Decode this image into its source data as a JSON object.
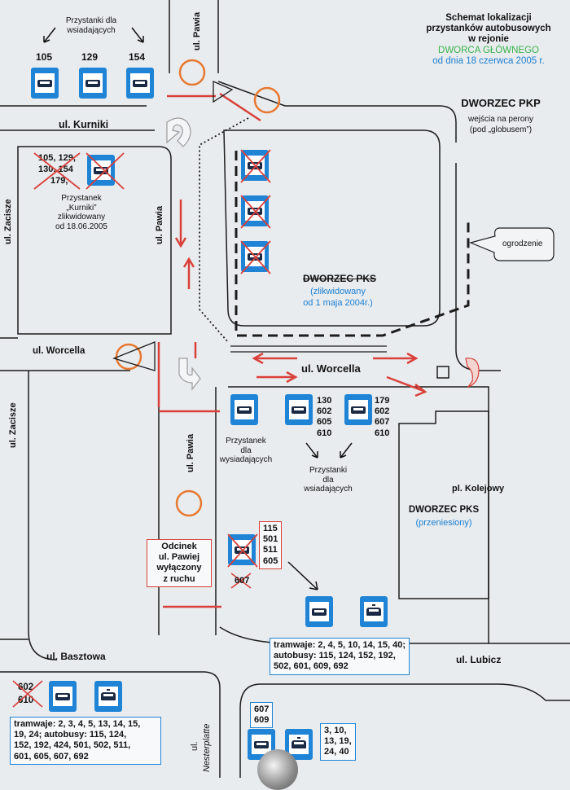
{
  "title": {
    "line1": "Schemat lokalizacji",
    "line2": "przystanków autobusowych",
    "line3": "w rejonie",
    "line4": "DWORCA GŁÓWNEGO",
    "line5": "od dnia 18 czerwca 2005 r."
  },
  "pkp": {
    "heading": "DWORZEC PKP",
    "sub1": "wejścia na perony",
    "sub2": "(pod „globusem”)"
  },
  "fence_label": "ogrodzenie",
  "streets": {
    "kurniki": "ul. Kurniki",
    "pawia_top": "ul. Pawia",
    "pawia_mid": "ul. Pawia",
    "pawia_low": "ul. Pawia",
    "zacisze_top": "ul. Zacisze",
    "zacisze_low": "ul. Zacisze",
    "worcella_left": "ul. Worcella",
    "worcella_main": "ul. Worcella",
    "basztowa": "ul. Basztowa",
    "lubicz": "ul. Lubicz",
    "nesterplatte_a": "ul.",
    "nesterplatte_b": "Nesterplatte",
    "kolejowy": "pl. Kolejowy"
  },
  "top_stops": {
    "label1": "Przystanki dla",
    "label2": "wsiadających",
    "lines": [
      "105",
      "129",
      "154"
    ]
  },
  "kurniki_stop": {
    "lines1": "105, 129,",
    "lines2": "130, 154",
    "lines3": "179,",
    "label1": "Przystanek",
    "label2": "„Kurniki”",
    "label3": "zlikwidowany",
    "label4": "od 18.06.2005"
  },
  "pks_old": {
    "heading": "DWORZEC PKS",
    "note1": "(zlikwidowany",
    "note2": "od 1 maja 2004r.)"
  },
  "worcella_stops": {
    "group1": [
      "130",
      "602",
      "605",
      "610"
    ],
    "group2": [
      "179",
      "602",
      "607",
      "610"
    ],
    "alight1": "Przystanek",
    "alight2": "dla",
    "alight3": "wysiadających",
    "board1": "Przystanki",
    "board2": "dla",
    "board3": "wsiadających"
  },
  "pks_new": {
    "heading": "DWORZEC PKS",
    "note": "(przeniesiony)"
  },
  "pawia_closed": {
    "line1": "Odcinek",
    "line2": "ul. Pawiej",
    "line3": "wyłączony",
    "line4": "z ruchu"
  },
  "moved_stop": {
    "lines": [
      "115",
      "501",
      "511",
      "605"
    ],
    "crossed": "607"
  },
  "lubicz_box": {
    "line1": "tramwaje: 2, 4, 5, 10, 14, 15, 40;",
    "line2": "autobusy: 115, 124, 152, 192,",
    "line3": "502, 601, 609, 692"
  },
  "basztowa_stop": {
    "crossed1": "602",
    "crossed2": "610",
    "line1": "tramwaje: 2, 3, 4, 5, 13, 14, 15,",
    "line2": "19, 24;   autobusy: 115, 124,",
    "line3": "152, 192, 424, 501, 502, 511,",
    "line4": "601, 605, 607, 692"
  },
  "nesterplatte_stop": {
    "bus_lines1": "607",
    "bus_lines2": "609",
    "tram1": "3, 10,",
    "tram2": "13, 19,",
    "tram3": "24, 40"
  },
  "colors": {
    "stop_blue": "#1f84d6",
    "road_line": "#1c1c1c",
    "arrow_red": "#d9403a",
    "roundabout": "#e8782f"
  }
}
